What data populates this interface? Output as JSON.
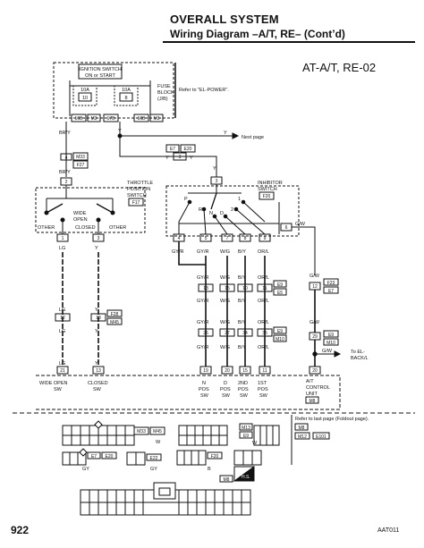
{
  "header": {
    "title": "OVERALL SYSTEM",
    "subtitle": "Wiring Diagram –A/T, RE– (Cont’d)"
  },
  "diagram_id": "AT-A/T, RE-02",
  "page_number": "922",
  "figure_code": "AAT011",
  "ignition": {
    "line1": "IGNITION SWITCH",
    "line2": "ON or START"
  },
  "fuse_block": {
    "line1": "FUSE",
    "line2": "BLOCK",
    "line3": "(J/B)",
    "refer": "Refer to \"EL-POWER\".",
    "fuse1_amp": "10A",
    "fuse1_num": "10",
    "fuse2_amp": "10A",
    "fuse2_num": "8",
    "term1": "10B",
    "term2": "M3",
    "term3": "17B",
    "term4": "10B",
    "term5": "M3"
  },
  "wires": {
    "br_y": "BR/Y",
    "y": "Y",
    "lg": "LG",
    "gy_r": "GY/R",
    "w_g": "W/G",
    "b_y": "B/Y",
    "or_l": "OR/L",
    "g_w": "G/W"
  },
  "connectors": {
    "e7": "E7",
    "e20": "E20",
    "m33": "M33",
    "f27": "F27",
    "f28": "F28",
    "m45": "M45",
    "e9": "E9",
    "e5": "E5",
    "f17": "F17",
    "f20": "F20",
    "e_seven": "E7",
    "m10": "M10",
    "f23": "F23",
    "e22": "E22",
    "m12": "M12",
    "m13": "M13",
    "m8": "M8",
    "e101": "E101"
  },
  "pins": {
    "p1": "1",
    "p2": "2",
    "p3": "3",
    "p4": "4",
    "p5": "5",
    "p6": "6",
    "p7": "7",
    "p8": "8",
    "p9": "9",
    "p10": "10",
    "p11": "11",
    "p12": "12",
    "p13": "13",
    "p15": "15",
    "p19": "19",
    "p20": "20",
    "p21": "21",
    "p26": "26",
    "p27": "27",
    "p29": "29",
    "p34": "34",
    "p35": "35"
  },
  "next_page": "Next page",
  "throttle": {
    "line1": "THROTTLE",
    "line2": "POSITION",
    "line3": "SWITCH"
  },
  "throttle_labels": {
    "wide_open_1": "WIDE",
    "wide_open_2": "OPEN",
    "other_left": "OTHER",
    "closed": "CLOSED",
    "other_right": "OTHER"
  },
  "inhibitor": {
    "line1": "INHIBITOR",
    "line2": "SWITCH"
  },
  "inhibitor_positions": {
    "p": "P",
    "r": "R",
    "n": "N",
    "d": "D",
    "two": "2",
    "one": "1"
  },
  "to_back_l": {
    "line1": "To EL-",
    "line2": "BACK/L"
  },
  "control_unit": {
    "wide_open": "WIDE OPEN",
    "closed": "CLOSED",
    "sw": "SW",
    "n_pos": "N",
    "d_pos": "D",
    "second": "2ND",
    "first": "1ST",
    "pos": "POS",
    "at_line1": "A/T",
    "at_line2": "CONTROL",
    "at_line3": "UNIT"
  },
  "legend": {
    "refer_last": "Refer to last page (Foldout page)."
  },
  "connector_colors": {
    "gy": "GY",
    "b": "B",
    "w": "W",
    "gy2": "GY",
    "w2": "W"
  },
  "hs_badge": "H.S."
}
